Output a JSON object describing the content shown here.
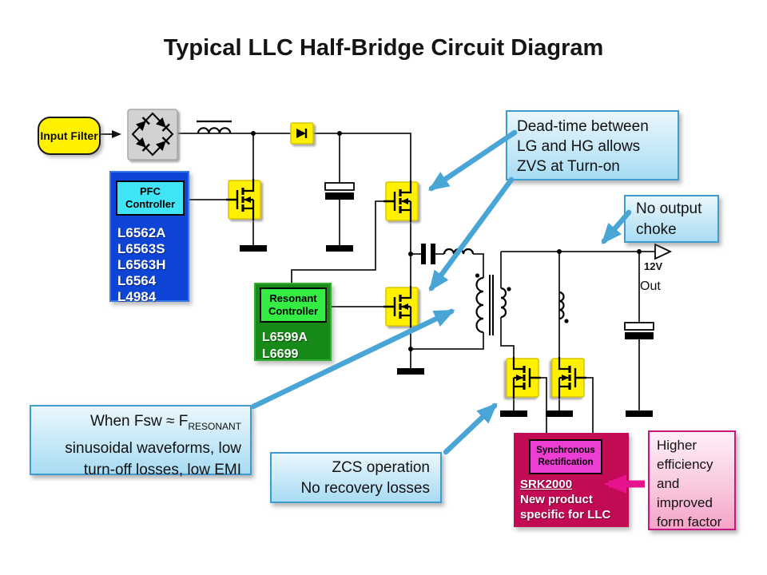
{
  "slide": {
    "title": "Typical LLC Half-Bridge Circuit Diagram"
  },
  "input_filter": {
    "label": "Input Filter"
  },
  "pfc": {
    "label": "PFC Controller",
    "parts": [
      "L6562A",
      "L6563S",
      "L6563H",
      "L6564",
      "L4984"
    ]
  },
  "resonant": {
    "label": "Resonant Controller",
    "parts": [
      "L6599A",
      "L6699"
    ]
  },
  "sync_rect": {
    "label": "Synchronous Rectification",
    "product": "SRK2000",
    "desc": [
      "New product",
      "specific for LLC"
    ]
  },
  "output": {
    "voltage": "12V",
    "out_label": "Out"
  },
  "callouts": {
    "dead_time": {
      "lines": [
        "Dead-time between",
        "LG and HG allows",
        "ZVS at Turn-on"
      ]
    },
    "no_choke": {
      "lines": [
        "No output",
        "choke"
      ]
    },
    "when_fsw": {
      "line1_main": "When Fsw ≈ F",
      "line1_sub": "RESONANT",
      "rest": [
        "sinusoidal waveforms, low",
        "turn-off losses, low EMI"
      ]
    },
    "zcs": {
      "lines": [
        "ZCS operation",
        "No recovery losses"
      ]
    },
    "pink": {
      "lines": [
        "Higher",
        "efficiency",
        "and",
        "improved",
        "form factor"
      ]
    }
  },
  "colors": {
    "callout_blue_border": "#3E9CCE",
    "pointer_blue": "#48A5D6",
    "pfc_blue": "#0F45D6",
    "pfc_label_cyan": "#3FE4F5",
    "resonant_green": "#178A17",
    "resonant_label_green": "#35EC45",
    "sync_crimson": "#C30B55",
    "sync_label_magenta": "#EC3ED2",
    "pink_arrow": "#E5148C",
    "component_yellow": "#FFF100"
  }
}
